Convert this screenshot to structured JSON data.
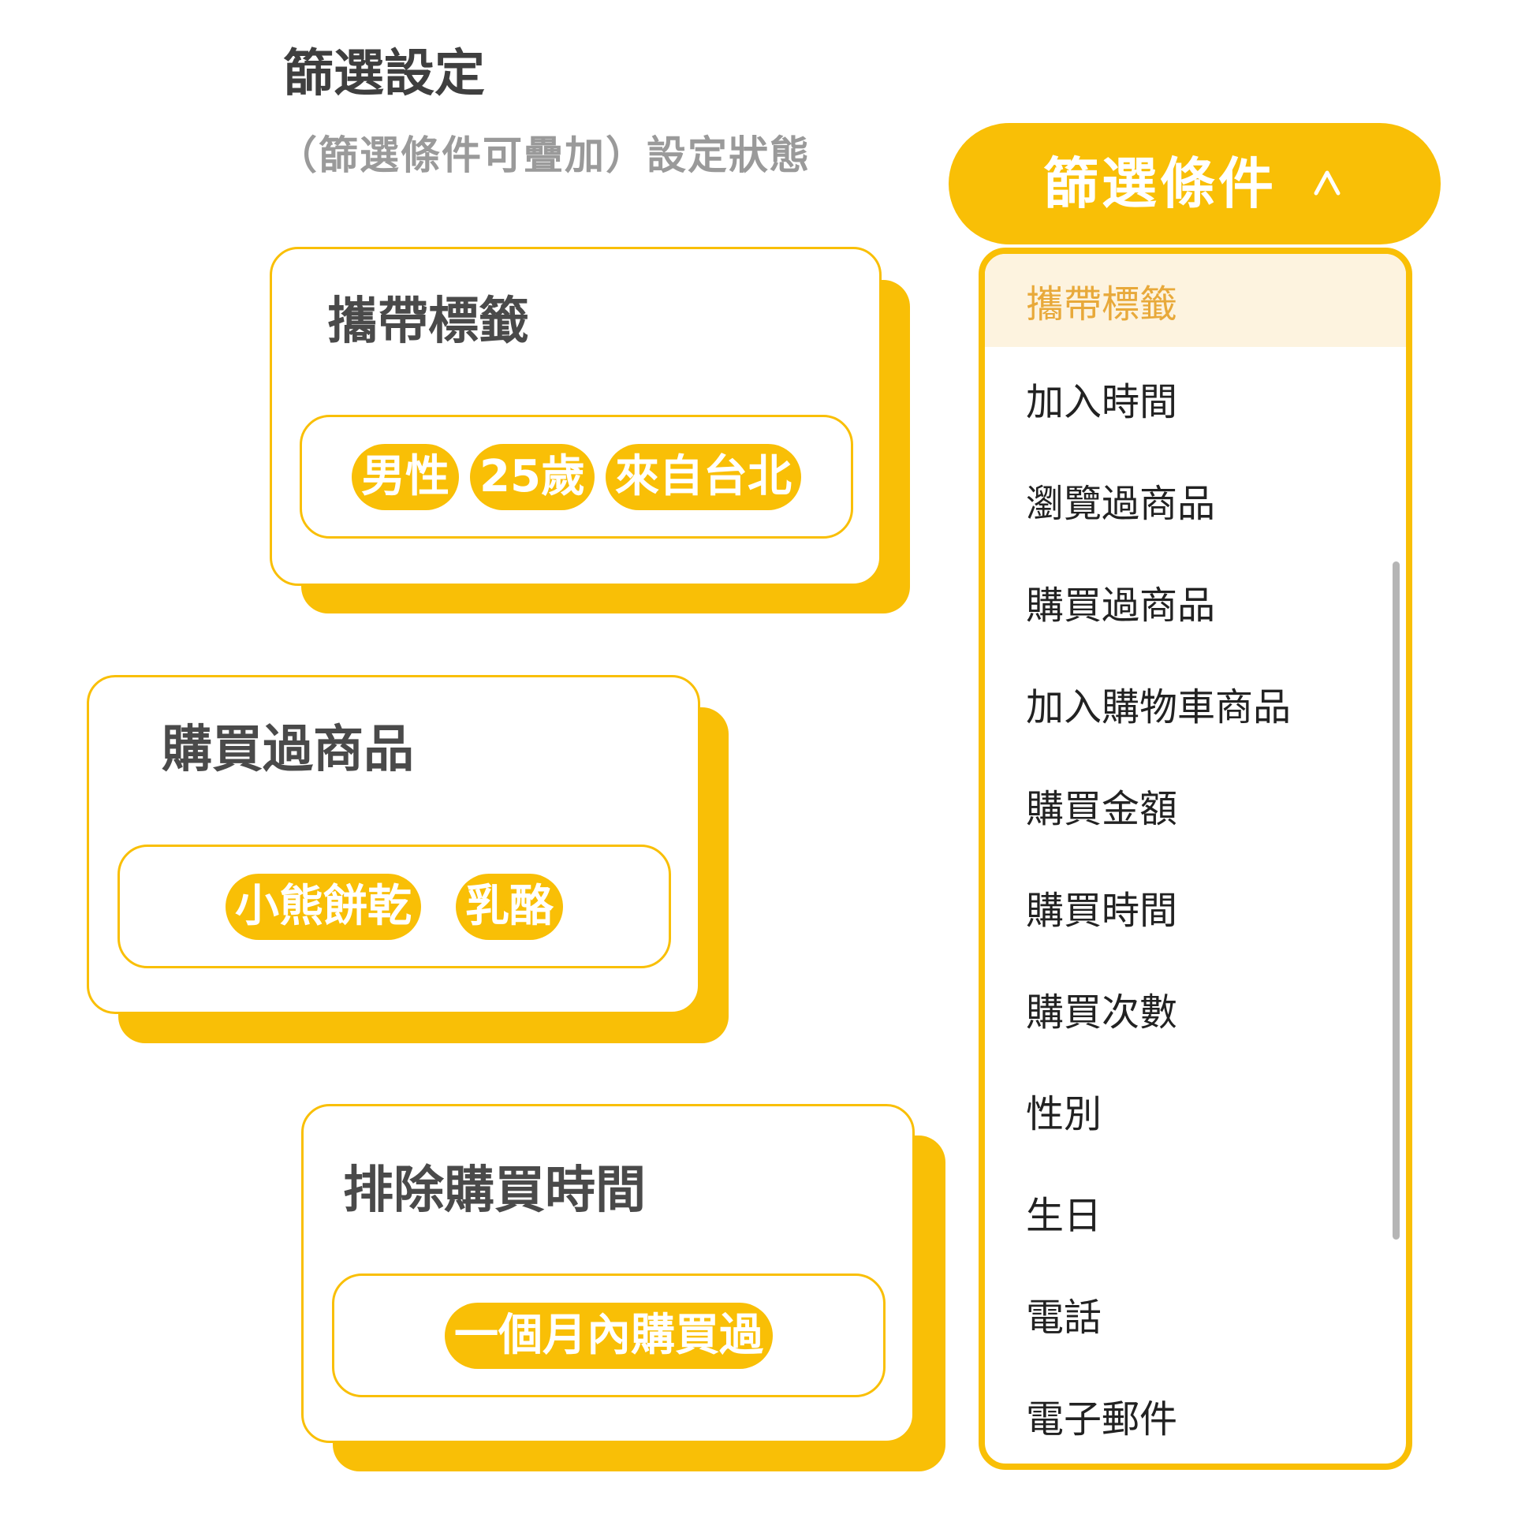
{
  "header": {
    "title": "篩選設定",
    "subtitle": "（篩選條件可疊加）設定狀態"
  },
  "cards": [
    {
      "title": "攜帶標籤",
      "chips": [
        "男性",
        "25歲",
        "來自台北"
      ]
    },
    {
      "title": "購買過商品",
      "chips": [
        "小熊餅乾",
        "乳酪"
      ]
    },
    {
      "title": "排除購買時間",
      "chips": [
        "一個月內購買過"
      ]
    }
  ],
  "dropdown": {
    "label": "篩選條件",
    "expanded": true,
    "selected": "攜帶標籤",
    "options": [
      "攜帶標籤",
      "加入時間",
      "瀏覽過商品",
      "購買過商品",
      "加入購物車商品",
      "購買金額",
      "購買時間",
      "購買次數",
      "性別",
      "生日",
      "電話",
      "電子郵件"
    ]
  },
  "colors": {
    "accent": "#f9bf06",
    "selected_bg": "#fdf3df",
    "selected_text": "#e8a93a",
    "title_text": "#3f3f3f",
    "subtitle_text": "#9a9a9a"
  }
}
